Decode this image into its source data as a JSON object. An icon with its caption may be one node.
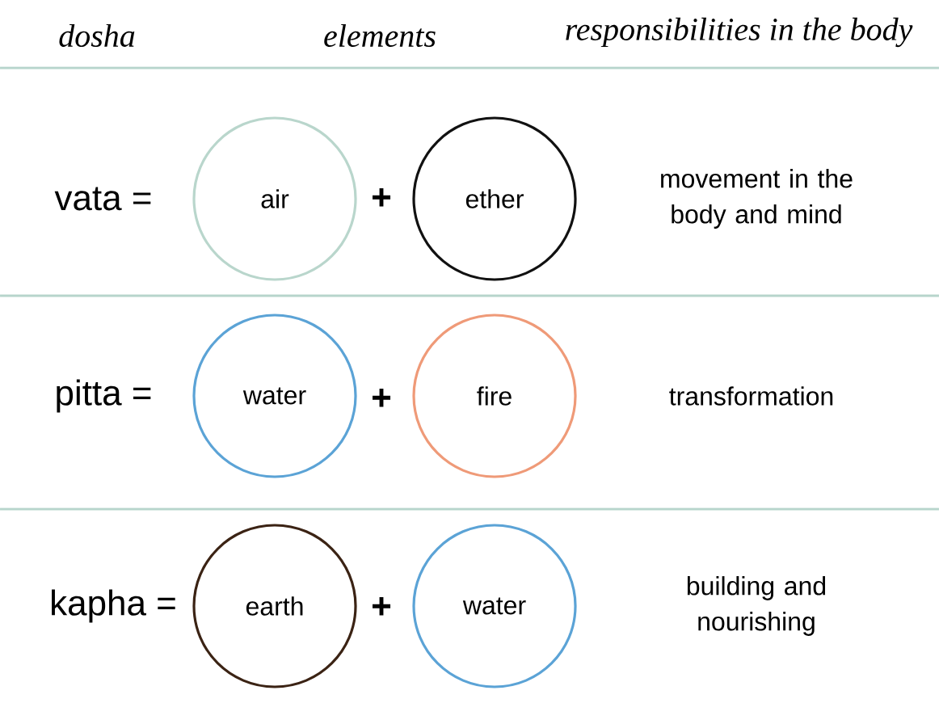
{
  "diagram": {
    "nodes": [
      {
        "text": [
          "air"
        ]
      },
      {
        "text": [
          "ether"
        ]
      },
      {
        "text": [
          "water"
        ]
      },
      {
        "text": [
          "fire"
        ]
      },
      {
        "text": [
          "earth"
        ]
      },
      {
        "text": [
          "water"
        ]
      }
    ],
    "labels": [
      "dosha",
      "elements",
      "responsibilities in the body",
      "vata =",
      "+",
      "movement in the body and mind",
      "pitta =",
      "+",
      "transformation",
      "kapha =",
      "+",
      "building and nourishing"
    ]
  }
}
